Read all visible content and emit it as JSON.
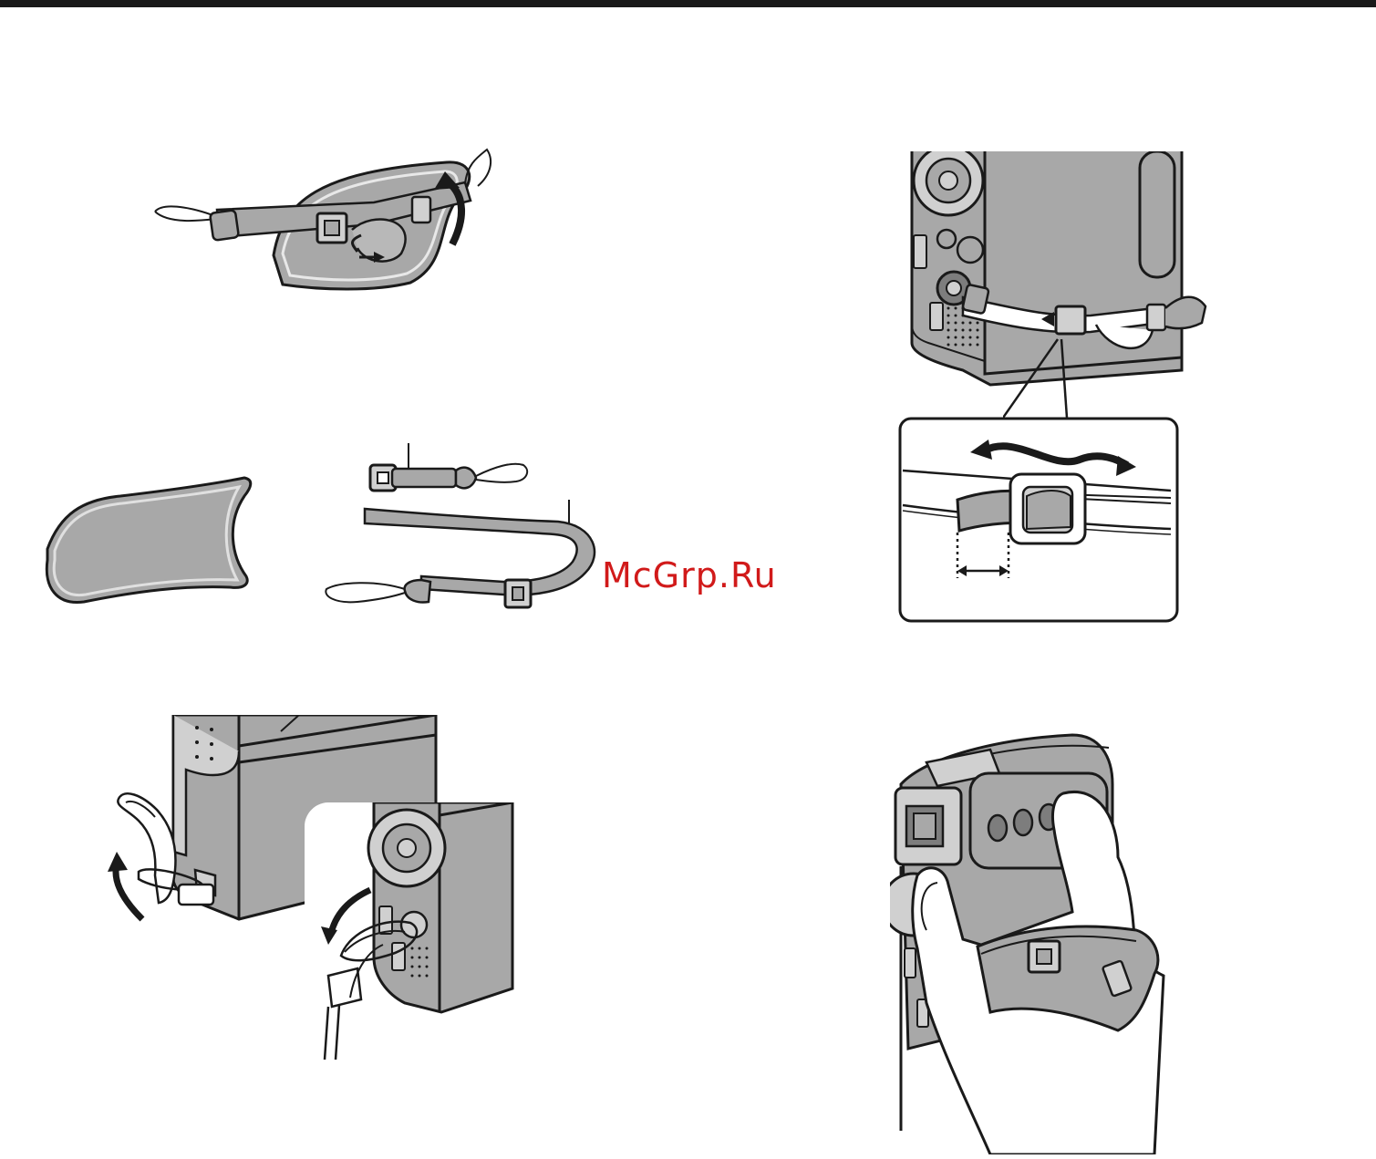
{
  "page": {
    "watermark": "McGrp.Ru"
  },
  "illustrations": [
    {
      "id": "pad-strap-assembly",
      "icon": "grip-pad-with-strap"
    },
    {
      "id": "camera-strap-adjust",
      "icon": "camera-side-with-strap"
    },
    {
      "id": "strap-buckle-detail",
      "icon": "buckle-magnified"
    },
    {
      "id": "grip-pad-part",
      "icon": "grip-pad"
    },
    {
      "id": "strap-parts",
      "icon": "strap-and-loop"
    },
    {
      "id": "strap-attach-bottom",
      "icon": "camera-bottom-loop"
    },
    {
      "id": "strap-attach-side",
      "icon": "camera-side-loop"
    },
    {
      "id": "hand-holding-camera",
      "icon": "hand-with-camera"
    }
  ],
  "colors": {
    "ink": "#1a1a1a",
    "fill_mid": "#a8a8a8",
    "fill_light": "#d0d0d0",
    "fill_dark": "#7d7d7d",
    "watermark": "#d11a1a"
  }
}
